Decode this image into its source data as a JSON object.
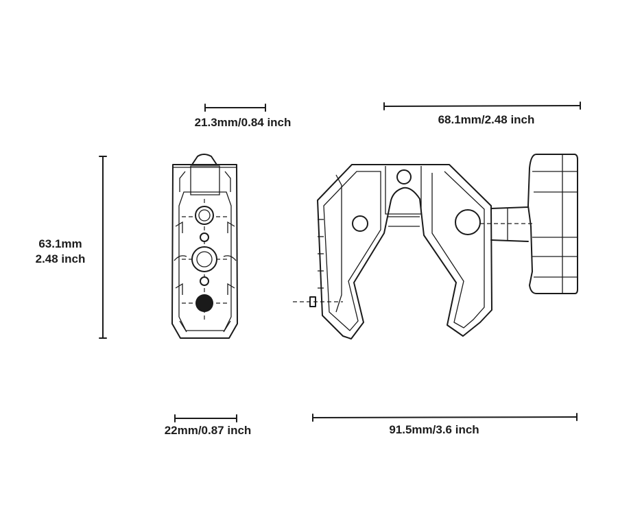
{
  "dimensions": {
    "front_top_width": "21.3mm/0.84 inch",
    "side_top_width": "68.1mm/2.48 inch",
    "height_mm": "63.1mm",
    "height_inch": "2.48 inch",
    "front_bottom_width": "22mm/0.87 inch",
    "side_bottom_width": "91.5mm/3.6 inch"
  },
  "colors": {
    "line": "#1a1a1a",
    "background": "#ffffff"
  }
}
